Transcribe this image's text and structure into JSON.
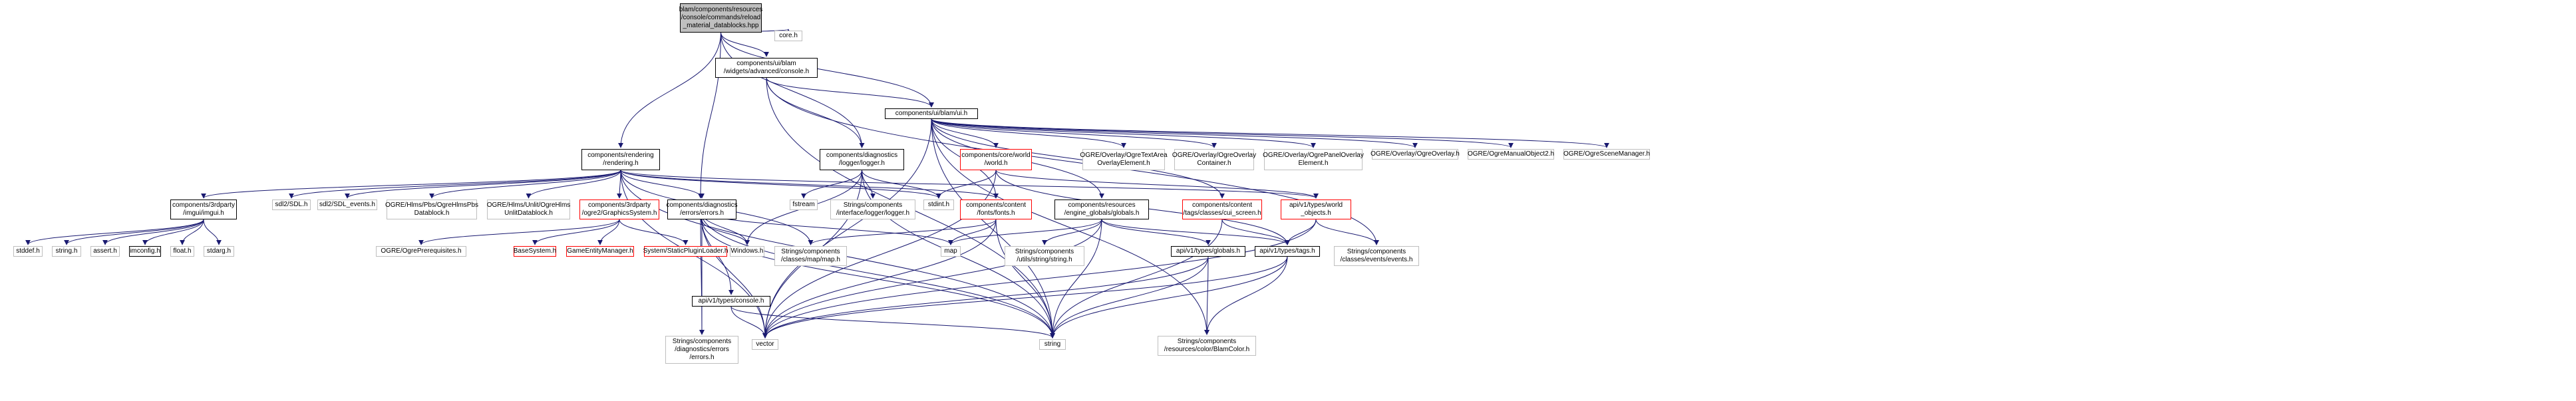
{
  "diagram": {
    "nodes": [
      {
        "id": "root",
        "label": "blam/components/resources\n/console/commands/reload\n_material_datablocks.hpp",
        "style": "root"
      },
      {
        "id": "coreh",
        "label": "core.h",
        "style": "gray"
      },
      {
        "id": "consoleui",
        "label": "components/ui/blam\n/widgets/advanced/console.h",
        "style": "black"
      },
      {
        "id": "uih",
        "label": "components/ui/blam/ui.h",
        "style": "black"
      },
      {
        "id": "rendering",
        "label": "components/rendering\n/rendering.h",
        "style": "black"
      },
      {
        "id": "logger",
        "label": "components/diagnostics\n/logger/logger.h",
        "style": "black"
      },
      {
        "id": "consoleh",
        "label": "/console.h",
        "style": "black"
      },
      {
        "id": "world",
        "label": "components/core/world\n/world.h",
        "style": "red"
      },
      {
        "id": "textarea",
        "label": "OGRE/Overlay/OgreTextArea\nOverlayElement.h",
        "style": "gray"
      },
      {
        "id": "ogreoverlaycont",
        "label": "OGRE/Overlay/OgreOverlay\nContainer.h",
        "style": "gray"
      },
      {
        "id": "ogrepanel",
        "label": "OGRE/Overlay/OgrePanelOverlay\nElement.h",
        "style": "gray"
      },
      {
        "id": "ogreoverlay",
        "label": "OGRE/Overlay/OgreOverlay.h",
        "style": "gray"
      },
      {
        "id": "manualobj",
        "label": "OGRE/OgreManualObject2.h",
        "style": "gray"
      },
      {
        "id": "scenemgr",
        "label": "OGRE/OgreSceneManager.h",
        "style": "gray"
      },
      {
        "id": "imgui",
        "label": "components/3rdparty\n/imgui/imgui.h",
        "style": "black"
      },
      {
        "id": "sdl",
        "label": "sdl2/SDL.h",
        "style": "gray"
      },
      {
        "id": "sdlevents",
        "label": "sdl2/SDL_events.h",
        "style": "gray"
      },
      {
        "id": "hlmspbs",
        "label": "OGRE/Hlms/Pbs/OgreHlmsPbs\nDatablock.h",
        "style": "gray"
      },
      {
        "id": "hlmsunlit",
        "label": "OGRE/Hlms/Unlit/OgreHlms\nUnlitDatablock.h",
        "style": "gray"
      },
      {
        "id": "graphicssys",
        "label": "components/3rdparty\n/ogre2/GraphicsSystem.h",
        "style": "red"
      },
      {
        "id": "errors",
        "label": "components/diagnostics\n/errors/errors.h",
        "style": "black"
      },
      {
        "id": "fstream",
        "label": "fstream",
        "style": "gray"
      },
      {
        "id": "ilogger",
        "label": "Strings/components\n/interface/logger/logger.h",
        "style": "gray"
      },
      {
        "id": "stdinth",
        "label": "stdint.h",
        "style": "gray"
      },
      {
        "id": "fonts",
        "label": "components/content\n/fonts/fonts.h",
        "style": "red"
      },
      {
        "id": "engglobals",
        "label": "components/resources\n/engine_globals/globals.h",
        "style": "black"
      },
      {
        "id": "cuiscreen",
        "label": "components/content\n/tags/classes/cui_screen.h",
        "style": "red"
      },
      {
        "id": "worldobjects",
        "label": "api/v1/types/world\n_objects.h",
        "style": "red"
      },
      {
        "id": "stddef",
        "label": "stddef.h",
        "style": "gray"
      },
      {
        "id": "stringh",
        "label": "string.h",
        "style": "gray"
      },
      {
        "id": "asserth",
        "label": "assert.h",
        "style": "gray"
      },
      {
        "id": "imconfig",
        "label": "imconfig.h",
        "style": "black"
      },
      {
        "id": "floath",
        "label": "float.h",
        "style": "gray"
      },
      {
        "id": "stdargh",
        "label": "stdarg.h",
        "style": "gray"
      },
      {
        "id": "ogreprereq",
        "label": "OGRE/OgrePrerequisites.h",
        "style": "gray"
      },
      {
        "id": "basesystem",
        "label": "BaseSystem.h",
        "style": "red"
      },
      {
        "id": "gameentity",
        "label": "GameEntityManager.h",
        "style": "red"
      },
      {
        "id": "staticplugin",
        "label": "System/StaticPluginLoader.h",
        "style": "red"
      },
      {
        "id": "windowsh",
        "label": "Windows.h",
        "style": "gray"
      },
      {
        "id": "maph",
        "label": "Strings/components\n/classes/map/map.h",
        "style": "gray"
      },
      {
        "id": "map",
        "label": "map",
        "style": "gray"
      },
      {
        "id": "utilsstring",
        "label": "Strings/components\n/utils/string/string.h",
        "style": "gray"
      },
      {
        "id": "apiglobals",
        "label": "api/v1/types/globals.h",
        "style": "black"
      },
      {
        "id": "tagsh",
        "label": "api/v1/types/tags.h",
        "style": "black"
      },
      {
        "id": "eventsh",
        "label": "Strings/components\n/classes/events/events.h",
        "style": "gray"
      },
      {
        "id": "apiconsole",
        "label": "api/v1/types/console.h",
        "style": "black"
      },
      {
        "id": "diagerrors",
        "label": "Strings/components\n/diagnostics/errors\n/errors.h",
        "style": "gray"
      },
      {
        "id": "vector",
        "label": "vector",
        "style": "gray"
      },
      {
        "id": "string",
        "label": "string",
        "style": "gray"
      },
      {
        "id": "blamcolor",
        "label": "Strings/components\n/resources/color/BlamColor.h",
        "style": "gray"
      }
    ],
    "edges": [
      [
        "root",
        "coreh"
      ],
      [
        "root",
        "consoleui"
      ],
      [
        "root",
        "uih"
      ],
      [
        "root",
        "rendering"
      ],
      [
        "root",
        "logger"
      ],
      [
        "root",
        "consoleh"
      ],
      [
        "consoleui",
        "uih"
      ],
      [
        "consoleui",
        "logger"
      ],
      [
        "consoleui",
        "eventsh"
      ],
      [
        "consoleui",
        "string"
      ],
      [
        "uih",
        "world"
      ],
      [
        "uih",
        "textarea"
      ],
      [
        "uih",
        "ogreoverlaycont"
      ],
      [
        "uih",
        "ogrepanel"
      ],
      [
        "uih",
        "ogreoverlay"
      ],
      [
        "uih",
        "manualobj"
      ],
      [
        "uih",
        "scenemgr"
      ],
      [
        "uih",
        "fonts"
      ],
      [
        "uih",
        "vector"
      ],
      [
        "uih",
        "string"
      ],
      [
        "uih",
        "blamcolor"
      ],
      [
        "uih",
        "cuiscreen"
      ],
      [
        "uih",
        "engglobals"
      ],
      [
        "rendering",
        "imgui"
      ],
      [
        "rendering",
        "sdl"
      ],
      [
        "rendering",
        "sdlevents"
      ],
      [
        "rendering",
        "hlmspbs"
      ],
      [
        "rendering",
        "hlmsunlit"
      ],
      [
        "rendering",
        "graphicssys"
      ],
      [
        "rendering",
        "errors"
      ],
      [
        "rendering",
        "string"
      ],
      [
        "rendering",
        "vector"
      ],
      [
        "rendering",
        "stdinth"
      ],
      [
        "rendering",
        "fonts"
      ],
      [
        "rendering",
        "worldobjects"
      ],
      [
        "rendering",
        "maph"
      ],
      [
        "logger",
        "fstream"
      ],
      [
        "logger",
        "ilogger"
      ],
      [
        "logger",
        "stdinth"
      ],
      [
        "logger",
        "vector"
      ],
      [
        "logger",
        "windowsh"
      ],
      [
        "logger",
        "string"
      ],
      [
        "consoleh",
        "apiconsole"
      ],
      [
        "consoleh",
        "windowsh"
      ],
      [
        "consoleh",
        "vector"
      ],
      [
        "consoleh",
        "string"
      ],
      [
        "consoleh",
        "diagerrors"
      ],
      [
        "consoleh",
        "map"
      ],
      [
        "world",
        "stdinth"
      ],
      [
        "world",
        "worldobjects"
      ],
      [
        "world",
        "tagsh"
      ],
      [
        "world",
        "vector"
      ],
      [
        "imgui",
        "stddef"
      ],
      [
        "imgui",
        "stringh"
      ],
      [
        "imgui",
        "asserth"
      ],
      [
        "imgui",
        "imconfig"
      ],
      [
        "imgui",
        "floath"
      ],
      [
        "imgui",
        "stdargh"
      ],
      [
        "graphicssys",
        "ogreprereq"
      ],
      [
        "graphicssys",
        "basesystem"
      ],
      [
        "graphicssys",
        "gameentity"
      ],
      [
        "graphicssys",
        "staticplugin"
      ],
      [
        "errors",
        "windowsh"
      ],
      [
        "errors",
        "diagerrors"
      ],
      [
        "errors",
        "string"
      ],
      [
        "fonts",
        "map"
      ],
      [
        "fonts",
        "maph"
      ],
      [
        "fonts",
        "string"
      ],
      [
        "fonts",
        "vector"
      ],
      [
        "engglobals",
        "map"
      ],
      [
        "engglobals",
        "utilsstring"
      ],
      [
        "engglobals",
        "apiglobals"
      ],
      [
        "engglobals",
        "string"
      ],
      [
        "engglobals",
        "vector"
      ],
      [
        "engglobals",
        "tagsh"
      ],
      [
        "cuiscreen",
        "tagsh"
      ],
      [
        "cuiscreen",
        "string"
      ],
      [
        "worldobjects",
        "tagsh"
      ],
      [
        "worldobjects",
        "eventsh"
      ],
      [
        "worldobjects",
        "vector"
      ],
      [
        "apiglobals",
        "string"
      ],
      [
        "apiglobals",
        "blamcolor"
      ],
      [
        "apiglobals",
        "vector"
      ],
      [
        "tagsh",
        "string"
      ],
      [
        "tagsh",
        "vector"
      ],
      [
        "tagsh",
        "blamcolor"
      ],
      [
        "apiconsole",
        "vector"
      ],
      [
        "apiconsole",
        "string"
      ]
    ]
  }
}
